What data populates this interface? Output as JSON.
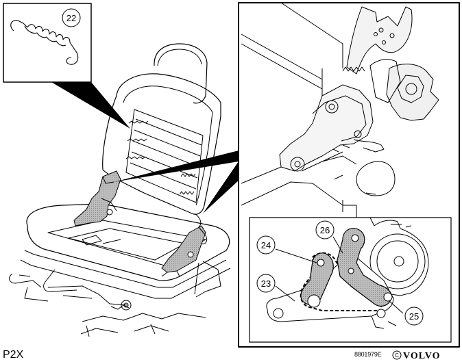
{
  "figure": {
    "model_code": "P2X",
    "reference_code": "8801979E",
    "copyright_symbol": "©",
    "brand": "VOLVO",
    "callouts": [
      "22",
      "26",
      "24",
      "23",
      "25"
    ]
  }
}
